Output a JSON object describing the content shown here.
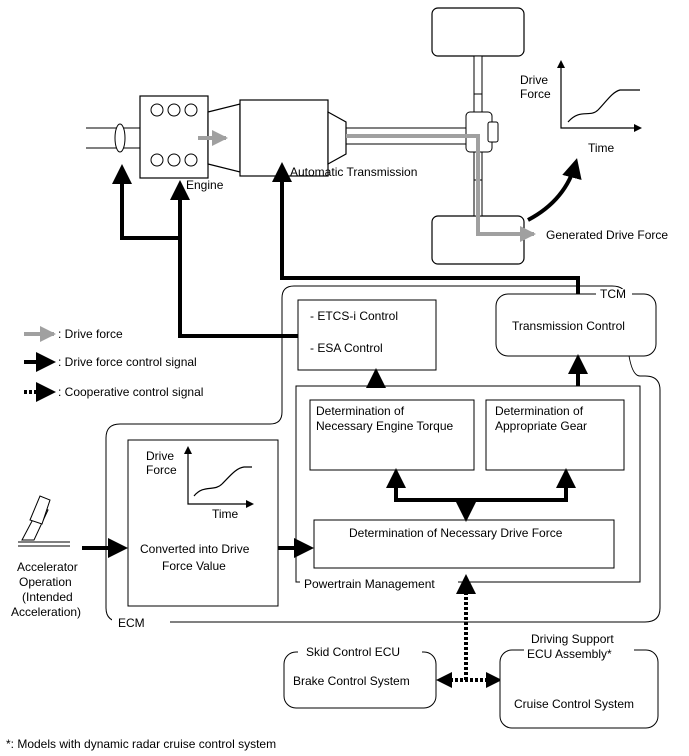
{
  "labels": {
    "engine": "Engine",
    "automatic_transmission": "Automatic Transmission",
    "generated_drive_force": "Generated Drive Force",
    "tcm": "TCM",
    "transmission_control": "Transmission Control",
    "etcs_control": "- ETCS-i Control",
    "esa_control": "- ESA Control",
    "det_engine_torque_1": "Determination of",
    "det_engine_torque_2": "Necessary Engine Torque",
    "det_gear_1": "Determination of",
    "det_gear_2": "Appropriate Gear",
    "det_drive_force": "Determination of Necessary Drive Force",
    "powertrain_management": "Powertrain Management",
    "converted_1": "Converted into Drive",
    "converted_2": "Force Value",
    "ecm": "ECM",
    "accel_1": "Accelerator",
    "accel_2": "Operation",
    "accel_3": "(Intended",
    "accel_4": "Acceleration)",
    "skid_control_ecu": "Skid Control ECU",
    "brake_control_system": "Brake Control System",
    "driving_support_1": "Driving Support",
    "driving_support_2": "ECU Assembly*",
    "cruise_control_system": "Cruise Control System",
    "footnote": "*: Models with dynamic radar cruise control system"
  },
  "legend": {
    "drive_force": ": Drive force",
    "control_signal": ": Drive force control signal",
    "cooperative_signal": ": Cooperative control signal"
  },
  "graph_top": {
    "ylabel_1": "Drive",
    "ylabel_2": "Force",
    "xlabel": "Time"
  },
  "graph_ecm": {
    "ylabel_1": "Drive",
    "ylabel_2": "Force",
    "xlabel": "Time"
  },
  "colors": {
    "drive_force_arrow": "#a0a0a0",
    "control_signal": "#000000",
    "background": "#ffffff"
  }
}
